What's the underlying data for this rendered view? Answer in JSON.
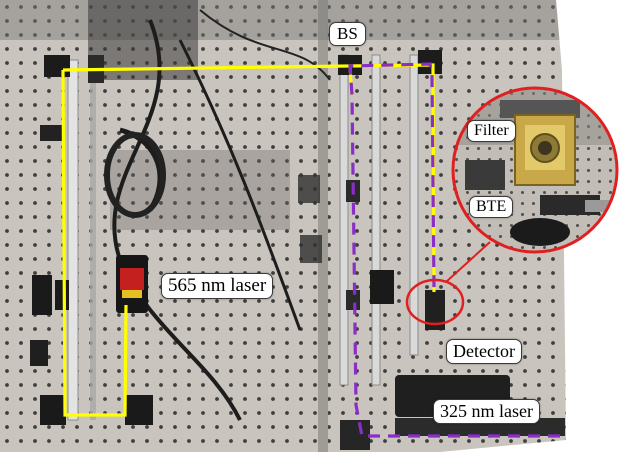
{
  "labels": {
    "bs": "BS",
    "laser_565": "565 nm laser",
    "detector": "Detector",
    "laser_325": "325 nm laser",
    "filter": "Filter",
    "bte": "BTE"
  },
  "colors": {
    "beam_565": "#ffff00",
    "beam_325": "#8b2ec9",
    "inset_ring": "#e02020",
    "breadboard": "#c9c4bd",
    "mount_hole": "#262626"
  }
}
